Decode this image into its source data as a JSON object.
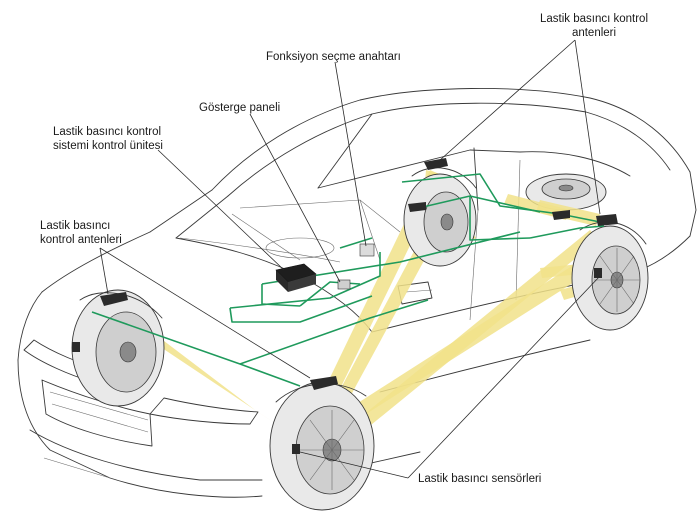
{
  "labels": {
    "antenna_top_right": "Lastik basıncı kontrol\nantenleri",
    "function_switch": "Fonksiyon seçme anahtarı",
    "gauge_panel": "Gösterge paneli",
    "control_unit": "Lastik basıncı kontrol\nsistemi kontrol ünitesi",
    "antenna_left": "Lastik basıncı\nkontrol antenleri",
    "sensors": "Lastik basıncı sensörleri"
  },
  "colors": {
    "beam": "#f1e28a",
    "wiring": "#1f9a5c",
    "outline": "#3a3a3a"
  }
}
